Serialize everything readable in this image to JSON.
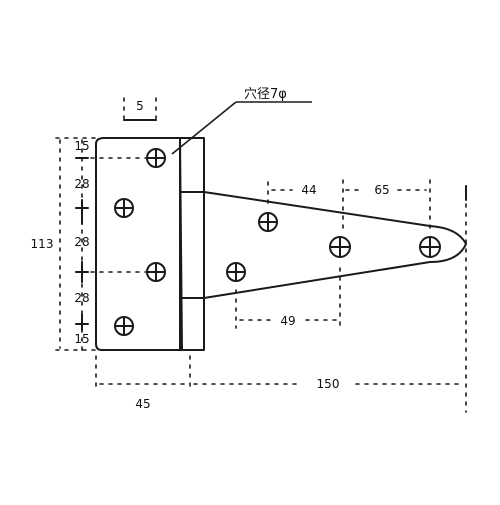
{
  "drawing": {
    "hole_callout": "穴径7φ",
    "dims": {
      "hole_offset": "5",
      "v15_top": "15",
      "v28_a": "28",
      "v28_b": "28",
      "v28_c": "28",
      "v15_bottom": "15",
      "total_height": "113",
      "strap_44": "44",
      "strap_65": "65",
      "strap_49": "49",
      "plate_width": "45",
      "total_length": "150"
    },
    "colors": {
      "line": "#1a1a1a",
      "background": "#ffffff"
    }
  }
}
